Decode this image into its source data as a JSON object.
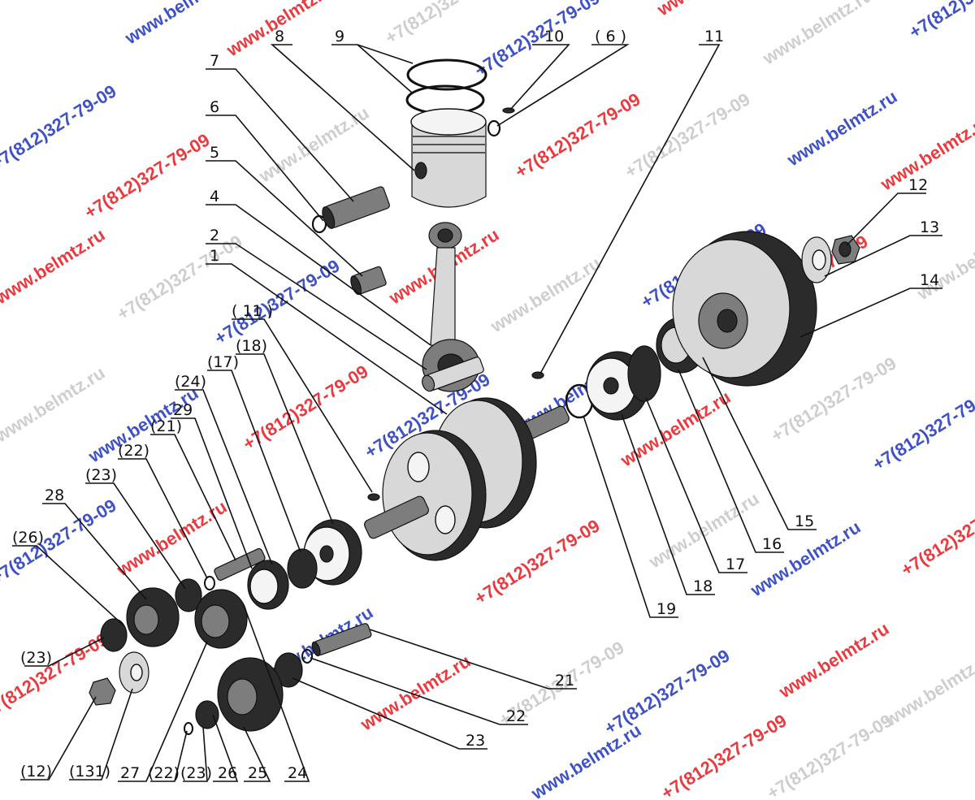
{
  "watermark": {
    "site": "www.belmtz.ru",
    "phone": "+7(812)327-79-09",
    "colors": {
      "red": "#e8242a",
      "blue": "#2a3fbf",
      "gray": "#c9c9c9"
    }
  },
  "callouts": [
    {
      "key": "c1",
      "label": "1"
    },
    {
      "key": "c2",
      "label": "2"
    },
    {
      "key": "c4",
      "label": "4"
    },
    {
      "key": "c5",
      "label": "5"
    },
    {
      "key": "c6",
      "label": "6"
    },
    {
      "key": "c7",
      "label": "7"
    },
    {
      "key": "c8",
      "label": "8"
    },
    {
      "key": "c9",
      "label": "9"
    },
    {
      "key": "c10",
      "label": "10"
    },
    {
      "key": "c6p",
      "label": "( 6 )"
    },
    {
      "key": "c11",
      "label": "11"
    },
    {
      "key": "c12",
      "label": "12"
    },
    {
      "key": "c13",
      "label": "13"
    },
    {
      "key": "c14",
      "label": "14"
    },
    {
      "key": "c15",
      "label": "15"
    },
    {
      "key": "c16",
      "label": "16"
    },
    {
      "key": "c17",
      "label": "17"
    },
    {
      "key": "c18",
      "label": "18"
    },
    {
      "key": "c19",
      "label": "19"
    },
    {
      "key": "c11p",
      "label": "( 11 )"
    },
    {
      "key": "c18p",
      "label": "(18)"
    },
    {
      "key": "c17p",
      "label": "(17)"
    },
    {
      "key": "c24p",
      "label": "(24)"
    },
    {
      "key": "c29",
      "label": "29"
    },
    {
      "key": "c21p",
      "label": "(21)"
    },
    {
      "key": "c22p",
      "label": "(22)"
    },
    {
      "key": "c23p",
      "label": "(23)"
    },
    {
      "key": "c28",
      "label": "28"
    },
    {
      "key": "c26p",
      "label": "(26)"
    },
    {
      "key": "c23pb",
      "label": "(23)"
    },
    {
      "key": "c21",
      "label": "21"
    },
    {
      "key": "c22",
      "label": "22"
    },
    {
      "key": "c23",
      "label": "23"
    },
    {
      "key": "c12p",
      "label": "(12)"
    },
    {
      "key": "c13p",
      "label": "(131)"
    },
    {
      "key": "c27",
      "label": "27"
    },
    {
      "key": "c22pb",
      "label": "(22)"
    },
    {
      "key": "c23pc",
      "label": "(23)"
    },
    {
      "key": "c26",
      "label": "26"
    },
    {
      "key": "c25",
      "label": "25"
    },
    {
      "key": "c24",
      "label": "24"
    }
  ]
}
